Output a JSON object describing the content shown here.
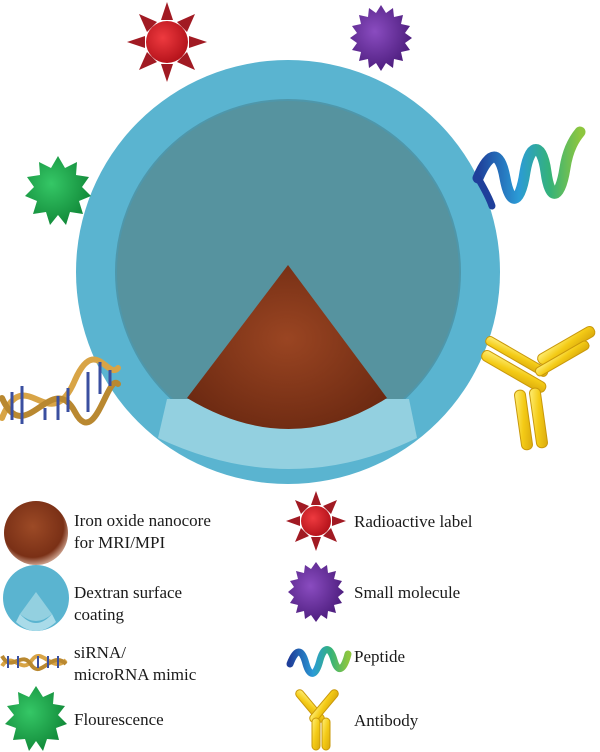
{
  "legend": {
    "iron_oxide": "Iron oxide nanocore\nfor MRI/MPI",
    "dextran": "Dextran surface\ncoating",
    "sirna": "siRNA/\nmicroRNA mimic",
    "flourescence": "Flourescence",
    "radioactive": "Radioactive label",
    "small_molecule": "Small molecule",
    "peptide": "Peptide",
    "antibody": "Antibody"
  },
  "colors": {
    "dextran_outer": "#5ab4d0",
    "dextran_inner": "#56939f",
    "dextran_light": "#93d0e0",
    "core": "#7e3118",
    "radioactive_red": "#c8202a",
    "radioactive_spike": "#a11a23",
    "small_molecule": "#6a2f9a",
    "flourescence": "#1aa54a",
    "antibody": "#f2cc1c",
    "dna_gold": "#d8a446",
    "dna_blue": "#3a4fa0"
  }
}
